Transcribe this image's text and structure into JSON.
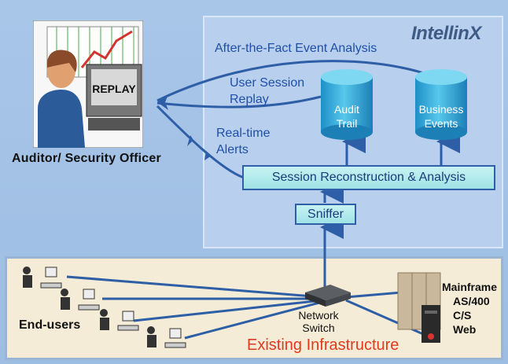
{
  "brand": "IntellinX",
  "labels": {
    "after_fact": "After-the-Fact Event Analysis",
    "session_replay_1": "User Session",
    "session_replay_2": "Replay",
    "alerts_1": "Real-time",
    "alerts_2": "Alerts",
    "auditor": "Auditor/ Security Officer",
    "end_users": "End-users",
    "network_switch_1": "Network",
    "network_switch_2": "Switch",
    "existing": "Existing Infrastructure",
    "screen_text": "REPLAY"
  },
  "boxes": {
    "reconstruction": "Session Reconstruction & Analysis",
    "sniffer": "Sniffer"
  },
  "databases": {
    "audit_1": "Audit",
    "audit_2": "Trail",
    "business_1": "Business",
    "business_2": "Events"
  },
  "platforms": [
    "Mainframe",
    "AS/400",
    "C/S",
    "Web"
  ],
  "colors": {
    "background": "#a8c6e8",
    "panel": "#b9cfee",
    "infra_panel": "#f4ecd6",
    "line": "#2d5ea6",
    "cylinder": "#3fb3dd",
    "accent_red": "#e23a1e"
  }
}
